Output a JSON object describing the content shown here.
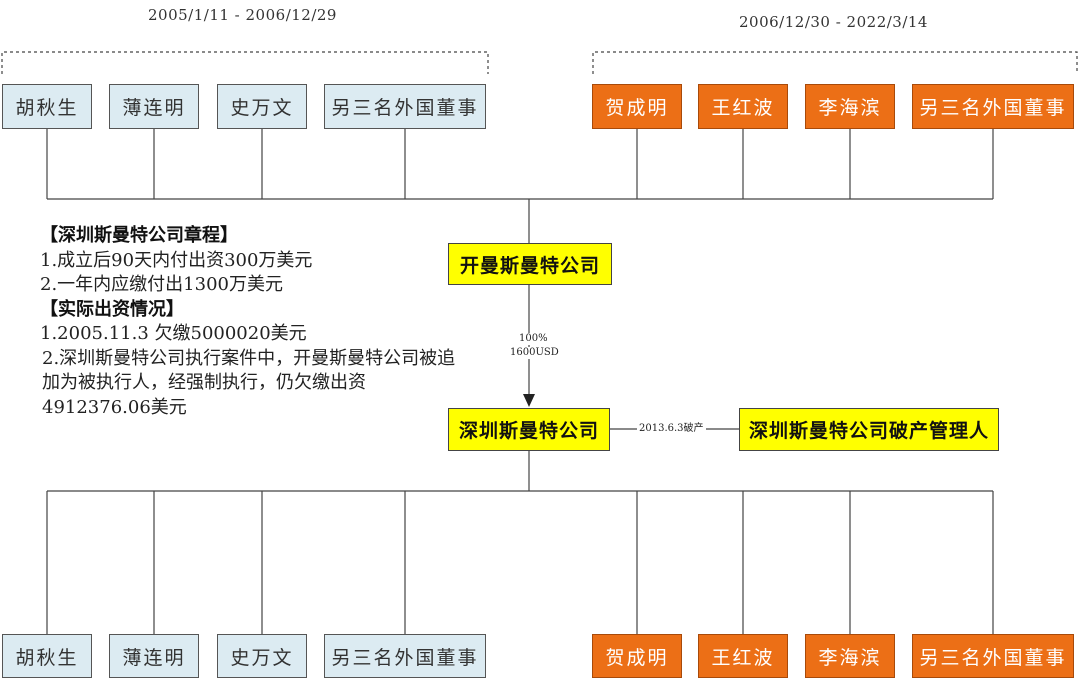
{
  "periods": {
    "left": "2005/1/11 - 2006/12/29",
    "right": "2006/12/30 - 2022/3/14"
  },
  "top_shareholders": {
    "early": [
      "胡秋生",
      "薄连明",
      "史万文",
      "另三名外国董事"
    ],
    "later": [
      "贺成明",
      "王红波",
      "李海滨",
      "另三名外国董事"
    ]
  },
  "bottom_shareholders": {
    "early": [
      "胡秋生",
      "薄连明",
      "史万文",
      "另三名外国董事"
    ],
    "later": [
      "贺成明",
      "王红波",
      "李海滨",
      "另三名外国董事"
    ]
  },
  "entities": {
    "parent": "开曼斯曼特公司",
    "subsidiary": "深圳斯曼特公司",
    "administrator": "深圳斯曼特公司破产管理人"
  },
  "edges": {
    "ownership_pct": "100%",
    "ownership_amount": "1600USD",
    "bankruptcy": "2013.6.3破产"
  },
  "notes": {
    "charter_heading": "【深圳斯曼特公司章程】",
    "charter_items": [
      "1.成立后90天内付出资300万美元",
      "2.一年内应缴付出1300万美元"
    ],
    "actual_heading": "【实际出资情况】",
    "actual_items": [
      "1.2005.11.3 欠缴5000020美元",
      "2.深圳斯曼特公司执行案件中，开曼斯曼特公司被追加为被执行人，经强制执行，仍欠缴出资4912376.06美元"
    ]
  },
  "colors": {
    "early_box": "#dcebf2",
    "later_box": "#ec6f16",
    "entity_box": "#ffff00"
  }
}
